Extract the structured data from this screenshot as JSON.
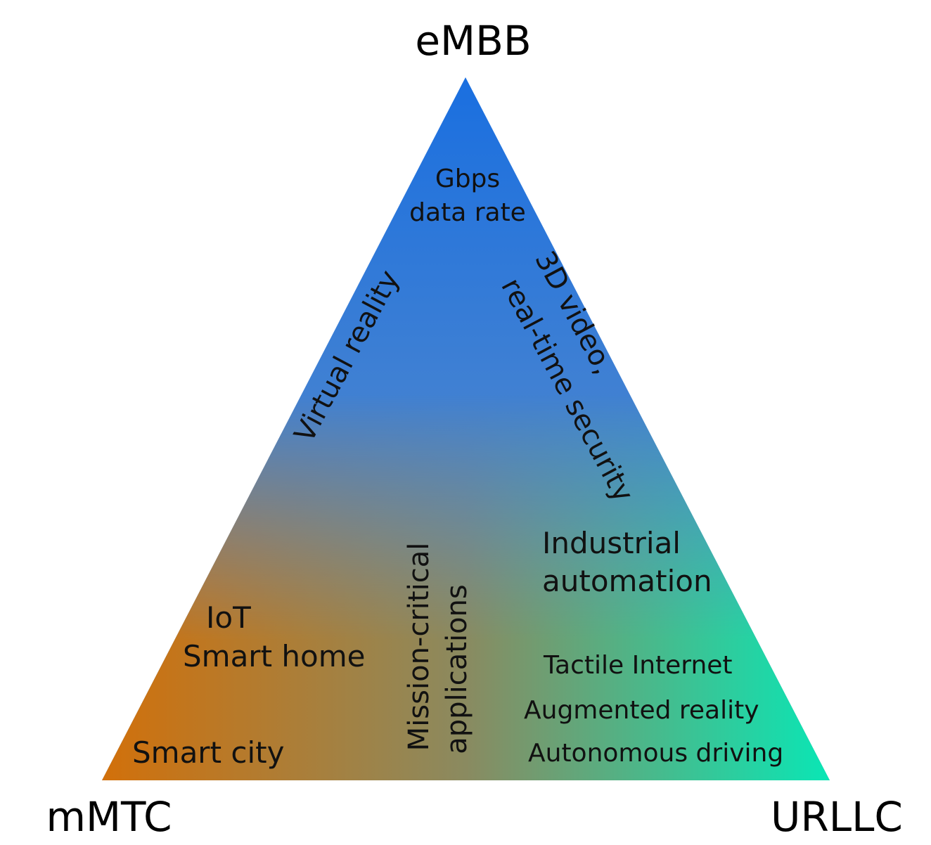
{
  "vertices": {
    "top": "eMBB",
    "bottom_left": "mMTC",
    "bottom_right": "URLLC"
  },
  "labels": {
    "gbps": {
      "line1": "Gbps",
      "line2": "data rate"
    },
    "virtual_reality": "Virtual reality",
    "video_security": {
      "line1": "3D video,",
      "line2": "real-time security"
    },
    "industrial": {
      "line1": "Industrial",
      "line2": "automation"
    },
    "iot": {
      "line1": "IoT",
      "line2": "Smart home"
    },
    "mission_critical": {
      "line1": "Mission-critical",
      "line2": "applications"
    },
    "smart_city": "Smart city",
    "tactile": "Tactile Internet",
    "augmented": "Augmented reality",
    "autonomous": "Autonomous driving"
  },
  "colors": {
    "top": "#1a6fe0",
    "middle": "#6f96c2",
    "bottom_left": "#d2700a",
    "bottom_right": "#0ae6b5",
    "bottom_center": "#8a8a60"
  }
}
